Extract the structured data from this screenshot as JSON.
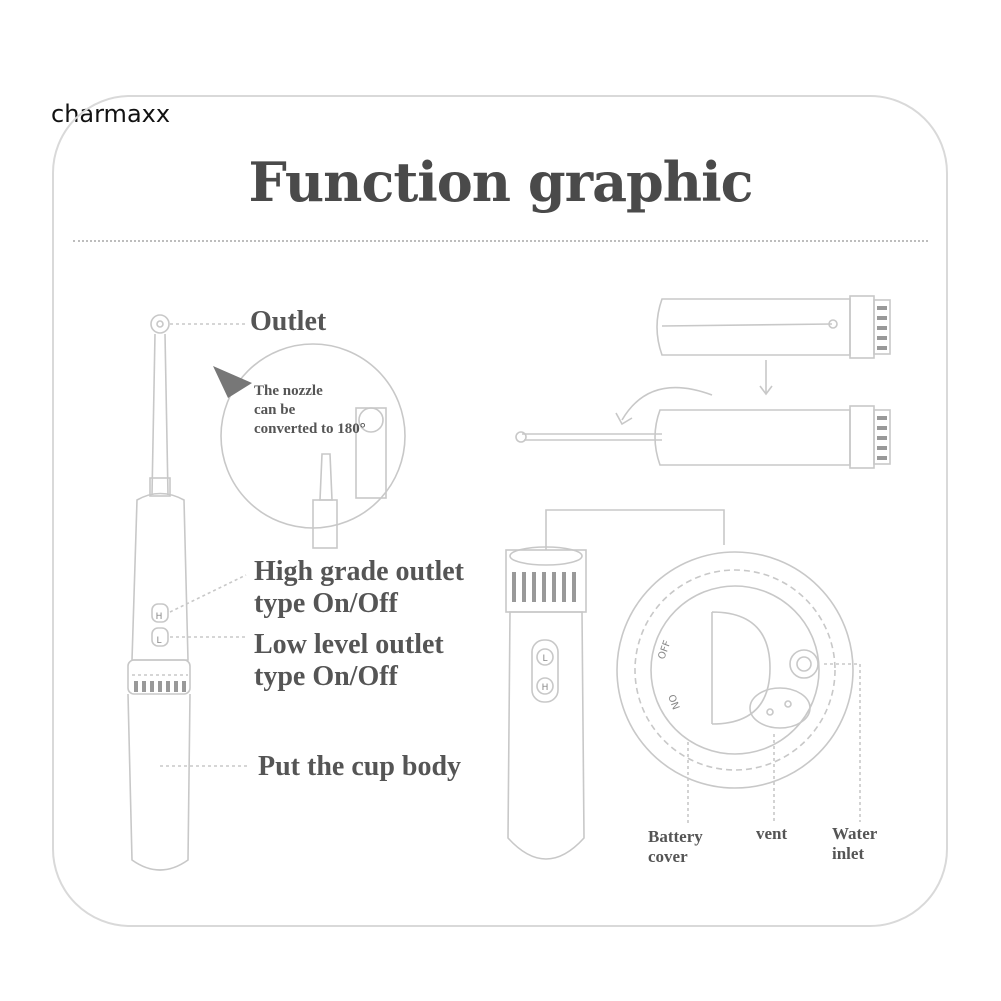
{
  "brand": "charmaxx",
  "title": "Function graphic",
  "labels": {
    "outlet": "Outlet",
    "nozzle_line1": "The nozzle",
    "nozzle_line2": "can be",
    "nozzle_line3": "converted to 180°",
    "high_line1": "High grade outlet",
    "high_line2": "type On/Off",
    "low_line1": "Low level outlet",
    "low_line2": "type On/Off",
    "cup": "Put the cup body",
    "battery_line1": "Battery",
    "battery_line2": "cover",
    "vent": "vent",
    "water_line1": "Water",
    "water_line2": "inlet"
  },
  "dial": {
    "off": "OFF",
    "on": "ON"
  },
  "buttons": {
    "h": "H",
    "l": "L"
  },
  "colors": {
    "line": "#bdbdbd",
    "text": "#555555",
    "title": "#4a4a4a"
  }
}
